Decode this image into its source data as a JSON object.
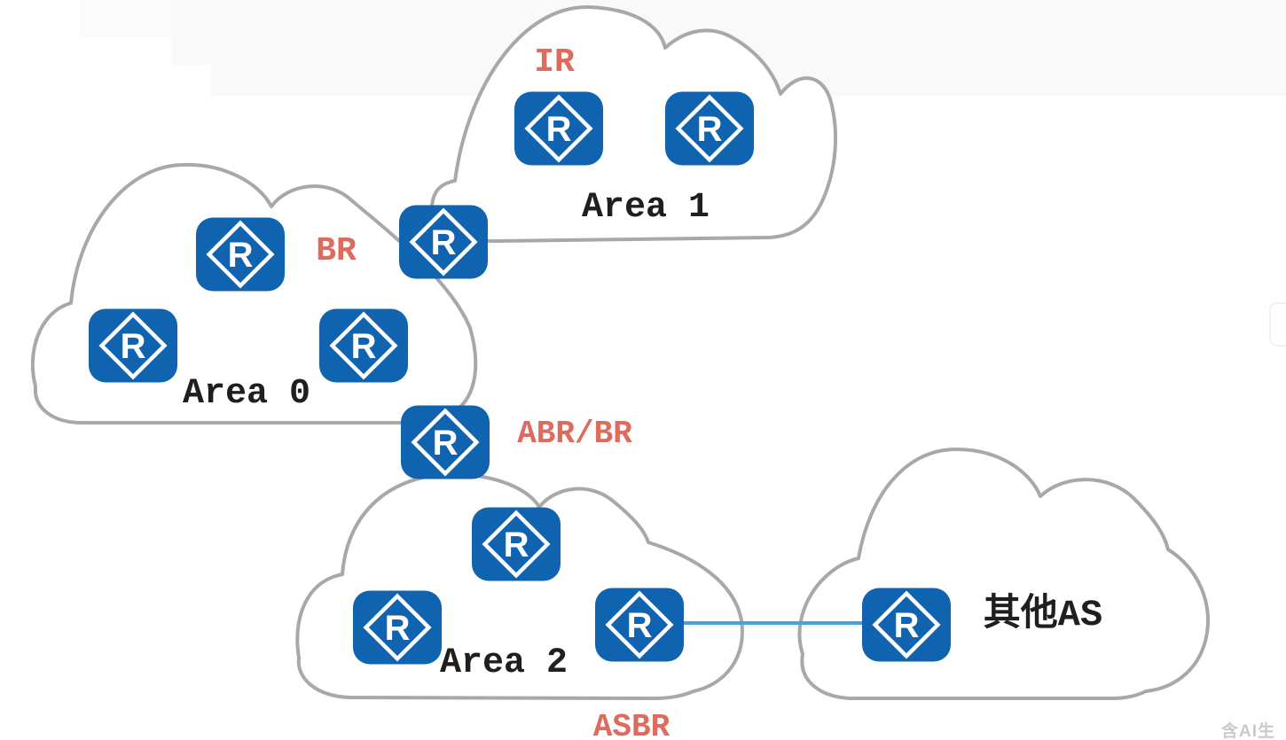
{
  "icons": {
    "router_letter": "R"
  },
  "labels": {
    "area1": "Area 1",
    "area0": "Area 0",
    "area2": "Area 2",
    "other_as": "其他AS",
    "ir": "IR",
    "br": "BR",
    "abr_br": "ABR/BR",
    "asbr": "ASBR"
  },
  "watermark": "含AI生成",
  "colors": {
    "router_blue": "#1063ae",
    "cloud_outline_gray": "#a8a8a8",
    "link_blue": "#45a2df",
    "role_label_red": "#dd6b5e",
    "area_label_black": "#1f1f1f",
    "watermark_gray": "#cacaca"
  }
}
